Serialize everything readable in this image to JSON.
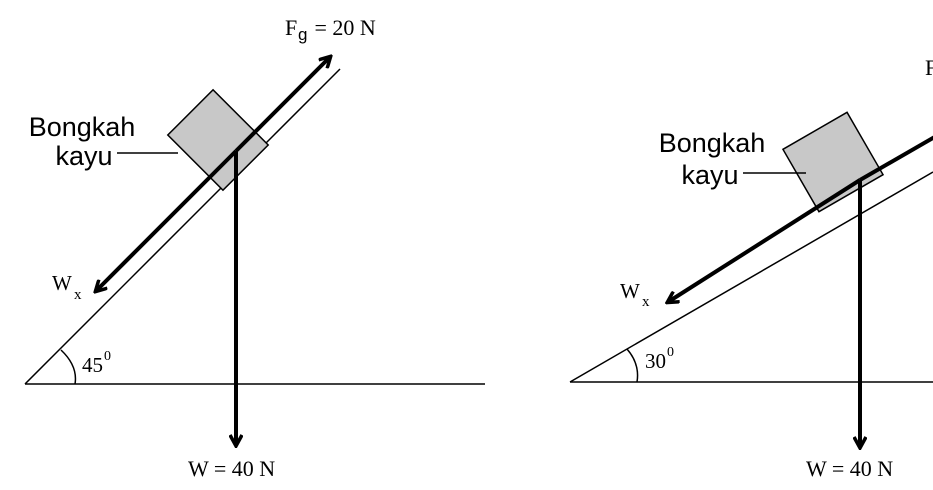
{
  "left_diagram": {
    "force_label_main": "F",
    "force_label_sub": "g",
    "force_label_value": " = 20 N",
    "block_label_line1": "Bongkah",
    "block_label_line2": "kayu",
    "wx_main": "W",
    "wx_sub": "x",
    "angle_value": "45",
    "angle_degree": "0",
    "weight_label": "W = 40 N"
  },
  "right_diagram": {
    "force_label_partial": "F",
    "block_label_line1": "Bongkah",
    "block_label_line2": "kayu",
    "wx_main": "W",
    "wx_sub": "x",
    "angle_value": "30",
    "angle_degree": "0",
    "weight_label": "W = 40 N"
  }
}
